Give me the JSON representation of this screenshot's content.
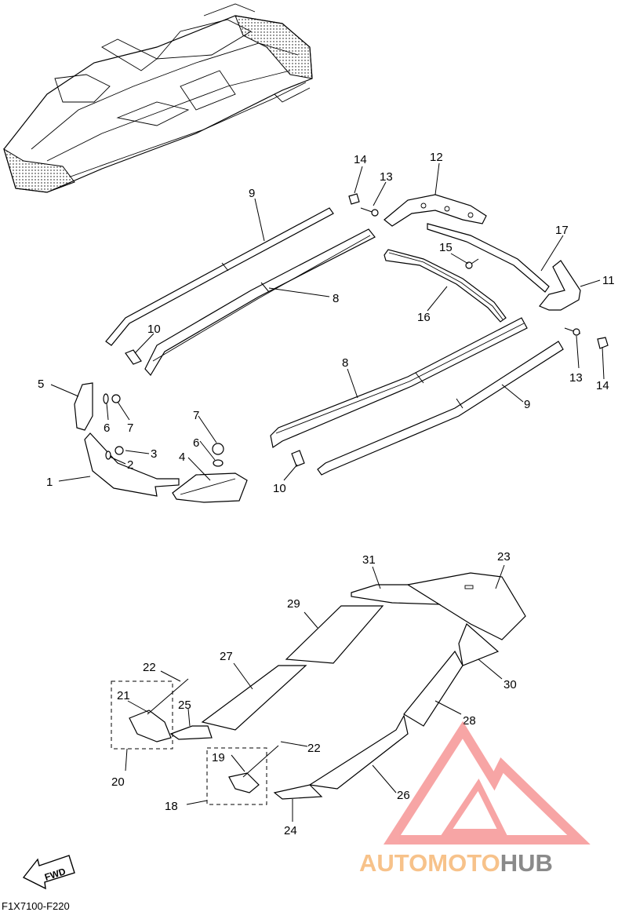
{
  "diagram_code": "F1X7100-F220",
  "fwd_label": "FWD",
  "watermark": {
    "part1": "AUTO",
    "part2": "MOTO",
    "part3": "HUB",
    "color_logo": "#f26b6b",
    "color_auto": "#f7c28a",
    "color_hub": "#8a8a8a"
  },
  "callouts": [
    {
      "id": "c-9a",
      "text": "9"
    },
    {
      "id": "c-14a",
      "text": "14"
    },
    {
      "id": "c-13a",
      "text": "13"
    },
    {
      "id": "c-12",
      "text": "12"
    },
    {
      "id": "c-17",
      "text": "17"
    },
    {
      "id": "c-15",
      "text": "15"
    },
    {
      "id": "c-11",
      "text": "11"
    },
    {
      "id": "c-8a",
      "text": "8"
    },
    {
      "id": "c-16",
      "text": "16"
    },
    {
      "id": "c-10a",
      "text": "10"
    },
    {
      "id": "c-13b",
      "text": "13"
    },
    {
      "id": "c-14b",
      "text": "14"
    },
    {
      "id": "c-8b",
      "text": "8"
    },
    {
      "id": "c-9b",
      "text": "9"
    },
    {
      "id": "c-5",
      "text": "5"
    },
    {
      "id": "c-6a",
      "text": "6"
    },
    {
      "id": "c-7a",
      "text": "7"
    },
    {
      "id": "c-7b",
      "text": "7"
    },
    {
      "id": "c-6b",
      "text": "6"
    },
    {
      "id": "c-3",
      "text": "3"
    },
    {
      "id": "c-2",
      "text": "2"
    },
    {
      "id": "c-4",
      "text": "4"
    },
    {
      "id": "c-1",
      "text": "1"
    },
    {
      "id": "c-10b",
      "text": "10"
    },
    {
      "id": "c-31",
      "text": "31"
    },
    {
      "id": "c-23",
      "text": "23"
    },
    {
      "id": "c-29",
      "text": "29"
    },
    {
      "id": "c-27",
      "text": "27"
    },
    {
      "id": "c-30",
      "text": "30"
    },
    {
      "id": "c-22a",
      "text": "22"
    },
    {
      "id": "c-21",
      "text": "21"
    },
    {
      "id": "c-25",
      "text": "25"
    },
    {
      "id": "c-28",
      "text": "28"
    },
    {
      "id": "c-20",
      "text": "20"
    },
    {
      "id": "c-19",
      "text": "19"
    },
    {
      "id": "c-22b",
      "text": "22"
    },
    {
      "id": "c-26",
      "text": "26"
    },
    {
      "id": "c-18",
      "text": "18"
    },
    {
      "id": "c-24",
      "text": "24"
    }
  ]
}
